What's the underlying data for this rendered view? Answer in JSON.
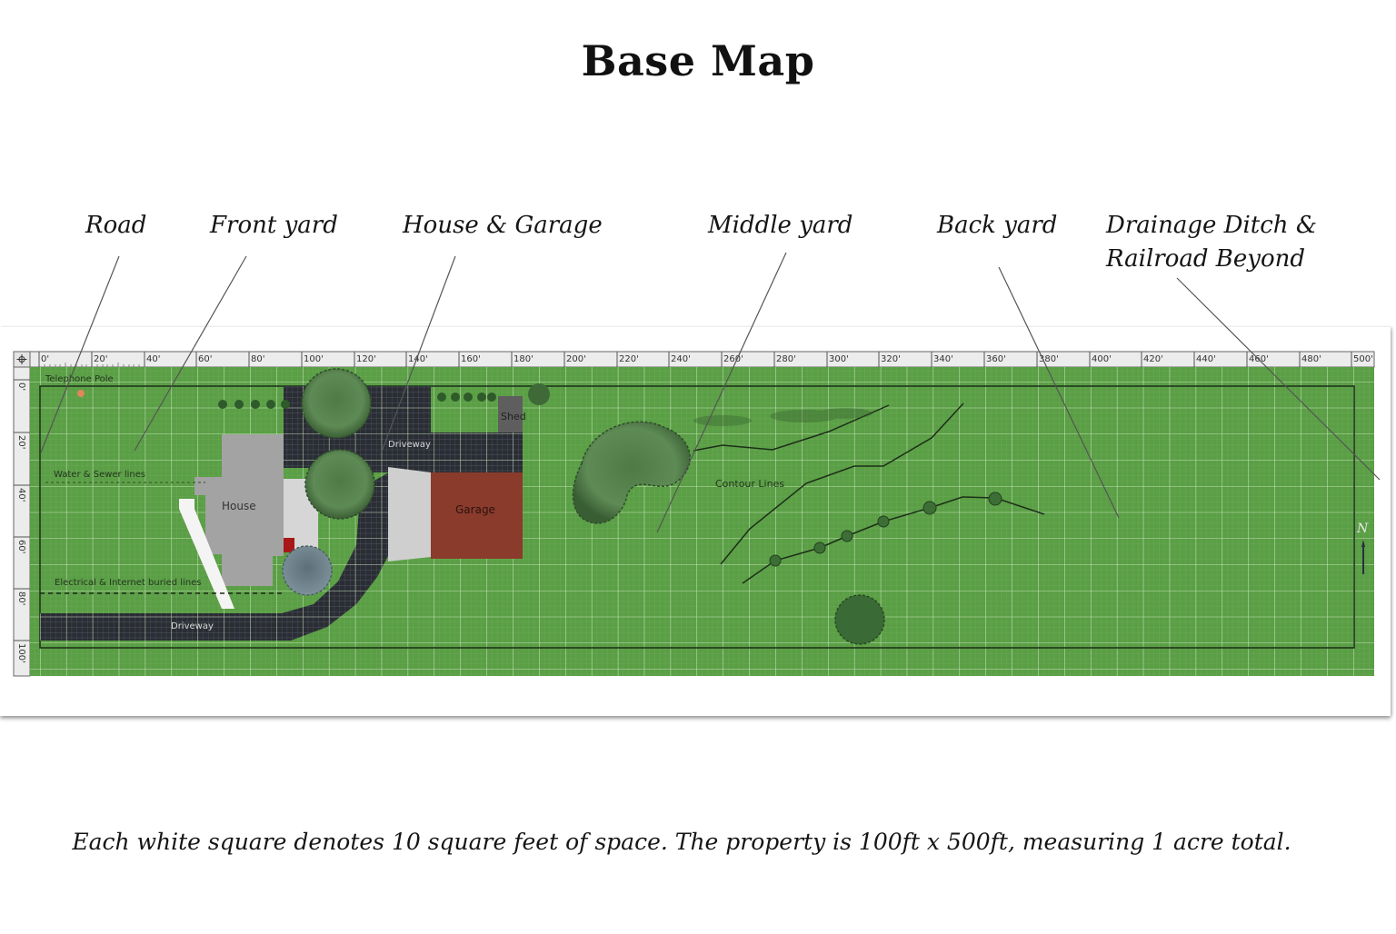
{
  "page": {
    "title": "Base Map",
    "caption": "Each white square denotes 10 square feet of space. The property is 100ft x 500ft, measuring 1 acre total."
  },
  "callouts": [
    {
      "id": "road",
      "label": "Road"
    },
    {
      "id": "front-yard",
      "label": "Front yard"
    },
    {
      "id": "house-garage",
      "label": "House & Garage"
    },
    {
      "id": "middle-yard",
      "label": "Middle yard"
    },
    {
      "id": "back-yard",
      "label": "Back yard"
    },
    {
      "id": "drainage",
      "label_line1": "Drainage Ditch &",
      "label_line2": "Railroad Beyond"
    }
  ],
  "map": {
    "ruler_x_ticks": [
      "0'",
      "20'",
      "40'",
      "60'",
      "80'",
      "100'",
      "120'",
      "140'",
      "160'",
      "180'",
      "200'",
      "220'",
      "240'",
      "260'",
      "280'",
      "300'",
      "320'",
      "340'",
      "360'",
      "380'",
      "400'",
      "420'",
      "440'",
      "460'",
      "480'",
      "500'"
    ],
    "ruler_y_ticks": [
      "0'",
      "20'",
      "40'",
      "60'",
      "80'",
      "100'"
    ],
    "labels": {
      "telephone_pole": "Telephone Pole",
      "water_sewer": "Water & Sewer lines",
      "electrical": "Electrical & Internet buried lines",
      "house": "House",
      "garage": "Garage",
      "shed": "Shed",
      "driveway_top": "Driveway",
      "driveway_bottom": "Driveway",
      "contour_lines": "Contour Lines",
      "north": "N"
    },
    "colors": {
      "grass": "#5a9e45",
      "grid": "#cfe8c4",
      "driveway": "#2a2d33",
      "house": "#a3a3a3",
      "garage": "#8a3b2c",
      "shed": "#5e5e5e",
      "tree_dark": "#3f6a38",
      "tree_blue": "#6d8088",
      "walkway": "#f4f4f4",
      "pole": "#e0875a"
    }
  }
}
